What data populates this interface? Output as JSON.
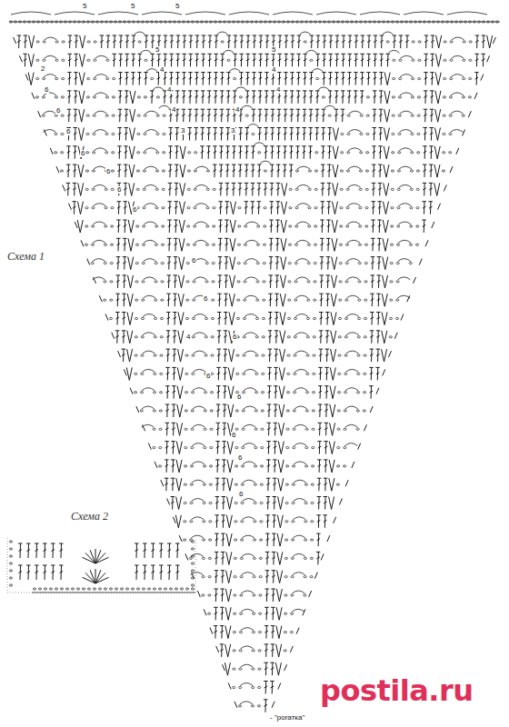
{
  "diagram": {
    "labels": [
      "Схема 1",
      "Схема 2",
      "- \"рогатка\"",
      "postila.ru",
      "5",
      "5",
      "5",
      "5",
      "5",
      "2",
      "4",
      "4",
      "6",
      "4",
      "4",
      "6",
      "4",
      "4",
      "6",
      "3",
      "3",
      "6",
      "6",
      "6",
      "6",
      "6",
      "6",
      "4",
      "6",
      "6",
      "6",
      "6",
      "6",
      "6"
    ]
  }
}
